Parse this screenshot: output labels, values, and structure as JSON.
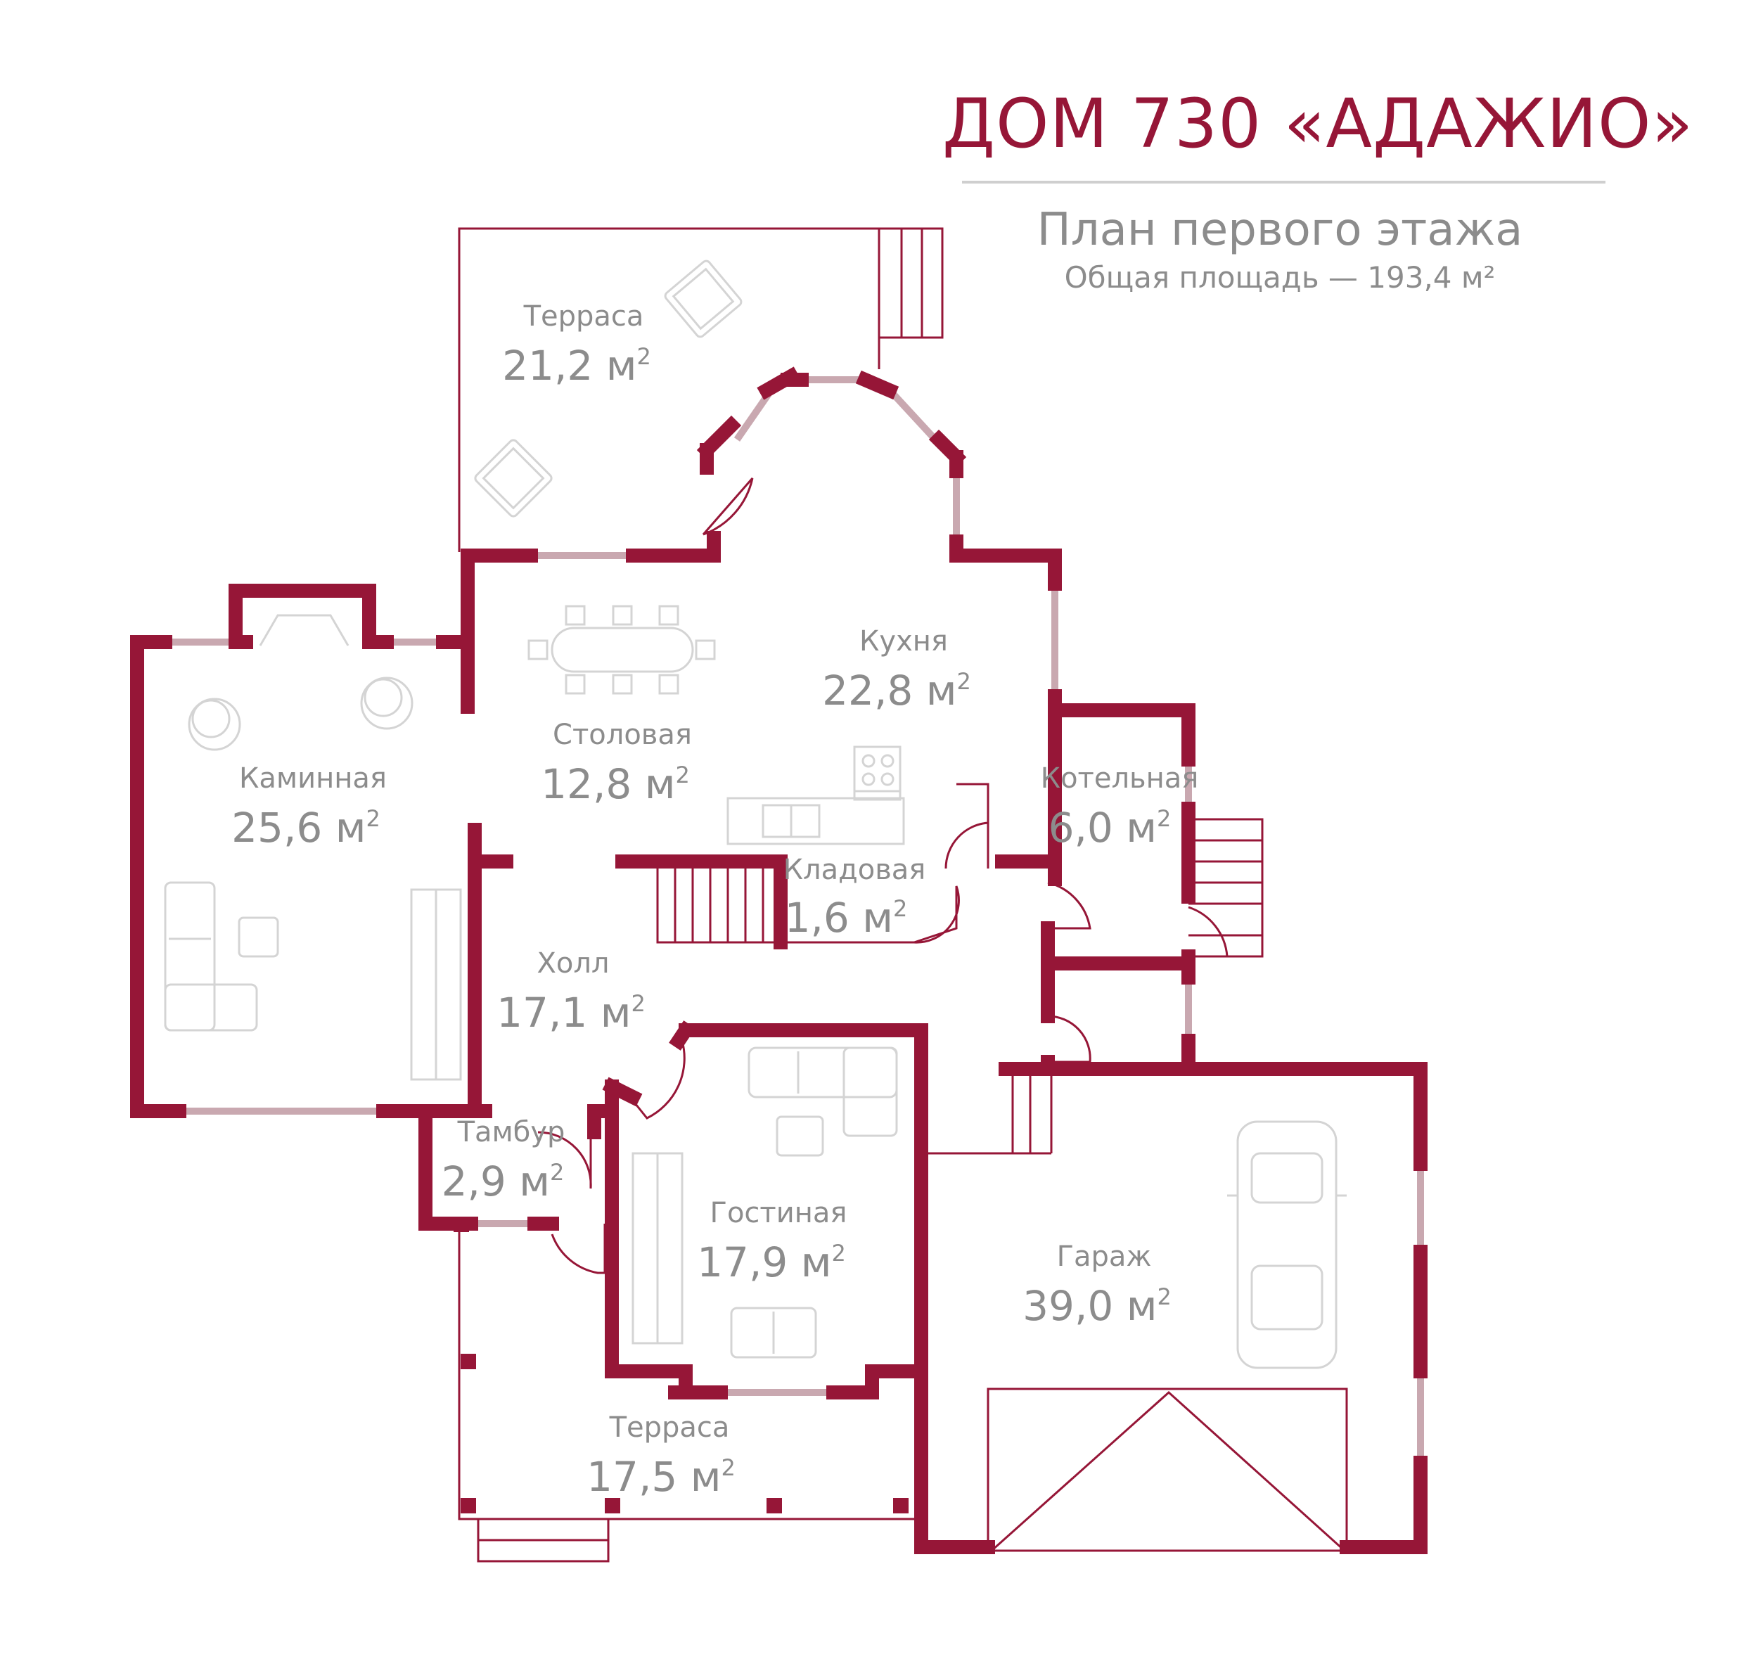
{
  "header": {
    "title": "ДОМ 730 «АДАЖИО»",
    "subtitle": "План первого этажа",
    "total_area": "Общая площадь — 193,4 м²"
  },
  "colors": {
    "wall": "#961637",
    "window": "#c9a8b0",
    "furniture": "#d4d4d4",
    "text": "#8c8c8c"
  },
  "rooms": [
    {
      "id": "terrace-top",
      "name": "Терраса",
      "area": "21,2 м"
    },
    {
      "id": "kitchen",
      "name": "Кухня",
      "area": "22,8 м"
    },
    {
      "id": "dining",
      "name": "Столовая",
      "area": "12,8 м"
    },
    {
      "id": "fireplace",
      "name": "Каминная",
      "area": "25,6 м"
    },
    {
      "id": "boiler",
      "name": "Котельная",
      "area": "6,0 м"
    },
    {
      "id": "pantry",
      "name": "Кладовая",
      "area": "1,6 м"
    },
    {
      "id": "hall",
      "name": "Холл",
      "area": "17,1 м"
    },
    {
      "id": "vestibule",
      "name": "Тамбур",
      "area": "2,9 м"
    },
    {
      "id": "living",
      "name": "Гостиная",
      "area": "17,9 м"
    },
    {
      "id": "garage",
      "name": "Гараж",
      "area": "39,0 м"
    },
    {
      "id": "terrace-bottom",
      "name": "Терраса",
      "area": "17,5 м"
    }
  ],
  "area_superscript": "2"
}
